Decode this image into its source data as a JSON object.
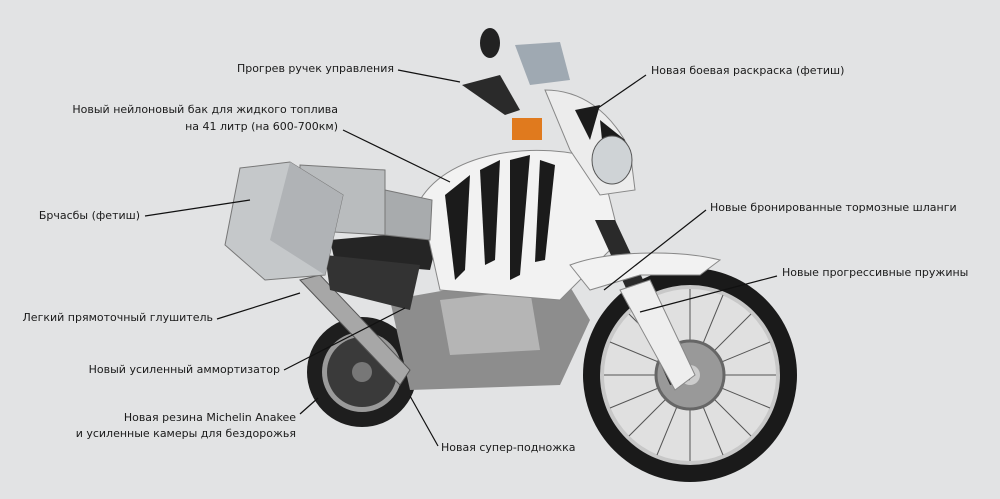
{
  "labels": {
    "grips": "Прогрев ручек управления",
    "tank_1": "Новый нейлоновый бак для жидкого топлива",
    "tank_2": "на 41 литр (на 600-700км)",
    "cases": "Брчасбы (фетиш)",
    "muffler": "Легкий прямоточный глушитель",
    "shock": "Новый усиленный аммортизатор",
    "tires_1": "Новая резина Michelin Anakee",
    "tires_2": "и усиленные камеры для бездорожья",
    "stand": "Новая супер-подножка",
    "paint": "Новая боевая раскраска (фетиш)",
    "brake_lines": "Новые бронированные тормозные шланги",
    "springs": "Новые прогрессивные пружины"
  },
  "colors": {
    "background": "#e2e3e4",
    "leader": "#111111"
  }
}
